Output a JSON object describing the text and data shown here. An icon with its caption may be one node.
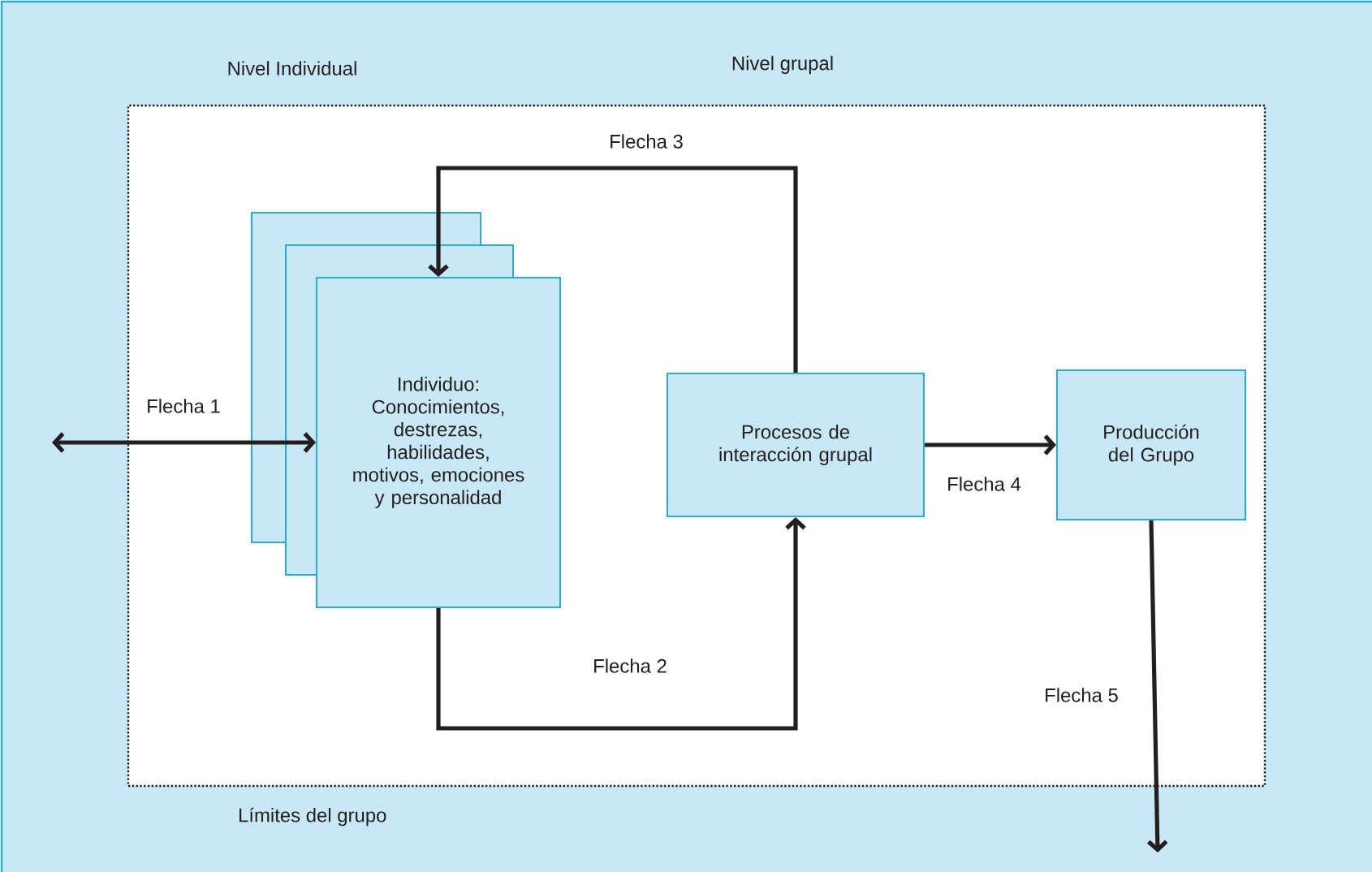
{
  "diagram": {
    "nodes": [
      {
        "text": [],
        "shape": "box",
        "beside": [
          "Límites del grupo"
        ]
      },
      {
        "text": [
          "Individuo: Conocimientos, destrezas, habilidades, motivos, emociones y personalidad"
        ],
        "in": 0
      },
      {
        "text": [
          "Procesos de interacción grupal"
        ],
        "in": 0
      },
      {
        "text": [
          "Producción del Grupo"
        ],
        "in": 0
      }
    ],
    "edges": [
      {
        "from": null,
        "to": 1,
        "arrow": "both",
        "label": "Flecha 1"
      },
      {
        "from": 1,
        "to": 2,
        "arrow": "to",
        "label": "Flecha 2"
      },
      {
        "from": 2,
        "to": 1,
        "arrow": "to",
        "label": "Flecha 3"
      },
      {
        "from": 2,
        "to": 3,
        "arrow": "to",
        "label": "Flecha 4"
      },
      {
        "from": 3,
        "to": null,
        "arrow": "to",
        "label": "Flecha 5"
      }
    ],
    "labels": [
      "Nivel Individual",
      "Nivel grupal"
    ]
  }
}
